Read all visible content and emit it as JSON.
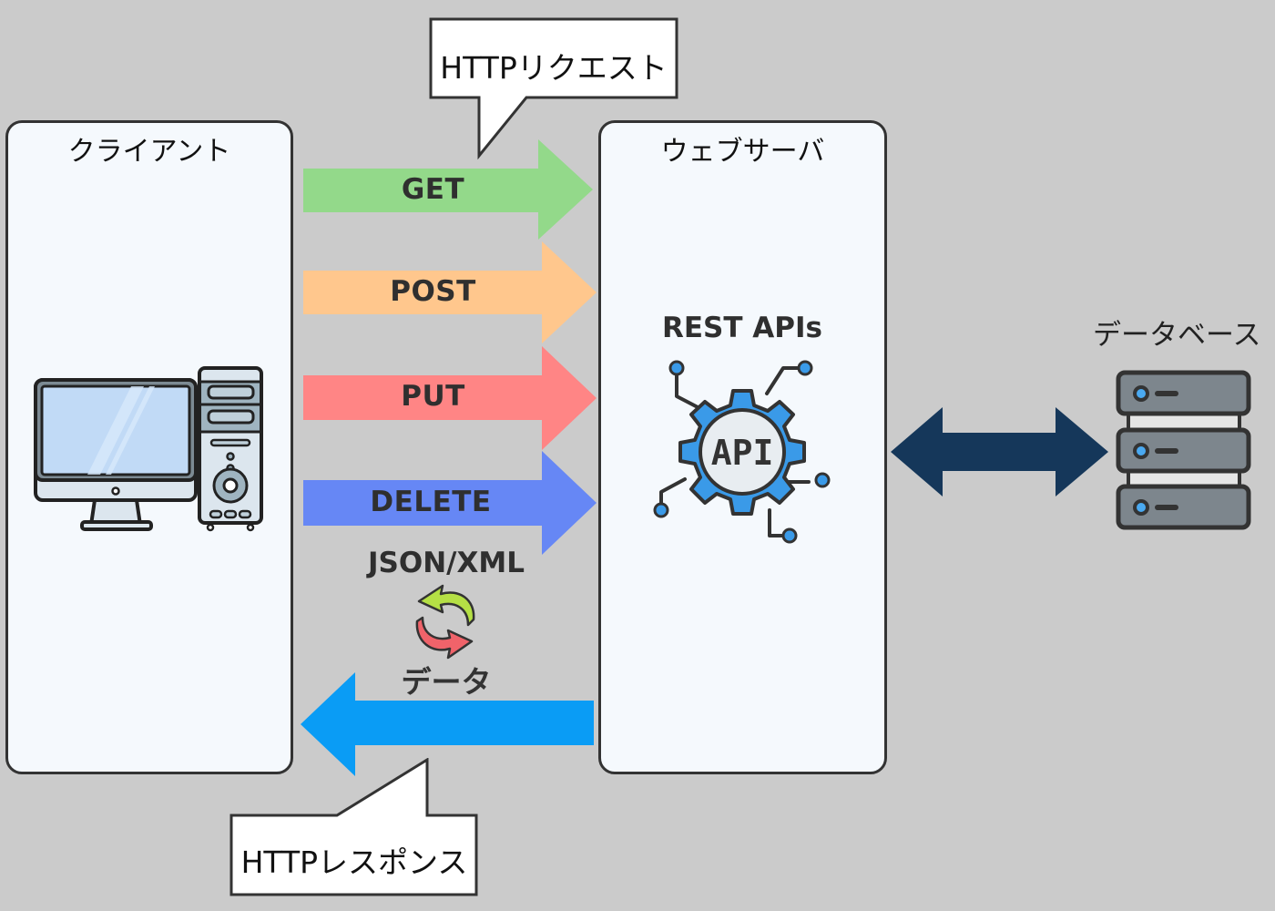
{
  "diagram": {
    "client": {
      "title": "クライアント",
      "icon": "desktop-computer-icon"
    },
    "server": {
      "title": "ウェブサーバ",
      "subtitle": "REST APIs",
      "icon": "api-gear-icon",
      "icon_text": "API"
    },
    "database": {
      "title": "データベース",
      "icon": "server-stack-icon"
    },
    "request_callout": "HTTPリクエスト",
    "response_callout": "HTTPレスポンス",
    "methods": [
      {
        "label": "GET",
        "color": "#93d98a"
      },
      {
        "label": "POST",
        "color": "#ffc78d"
      },
      {
        "label": "PUT",
        "color": "#ff8585"
      },
      {
        "label": "DELETE",
        "color": "#6687f5"
      }
    ],
    "format_label": "JSON/XML",
    "data_label": "データ",
    "exchange_icon": "sync-arrows-icon",
    "response_arrow_color": "#0a9cf5",
    "db_arrow_color": "#15375a"
  }
}
